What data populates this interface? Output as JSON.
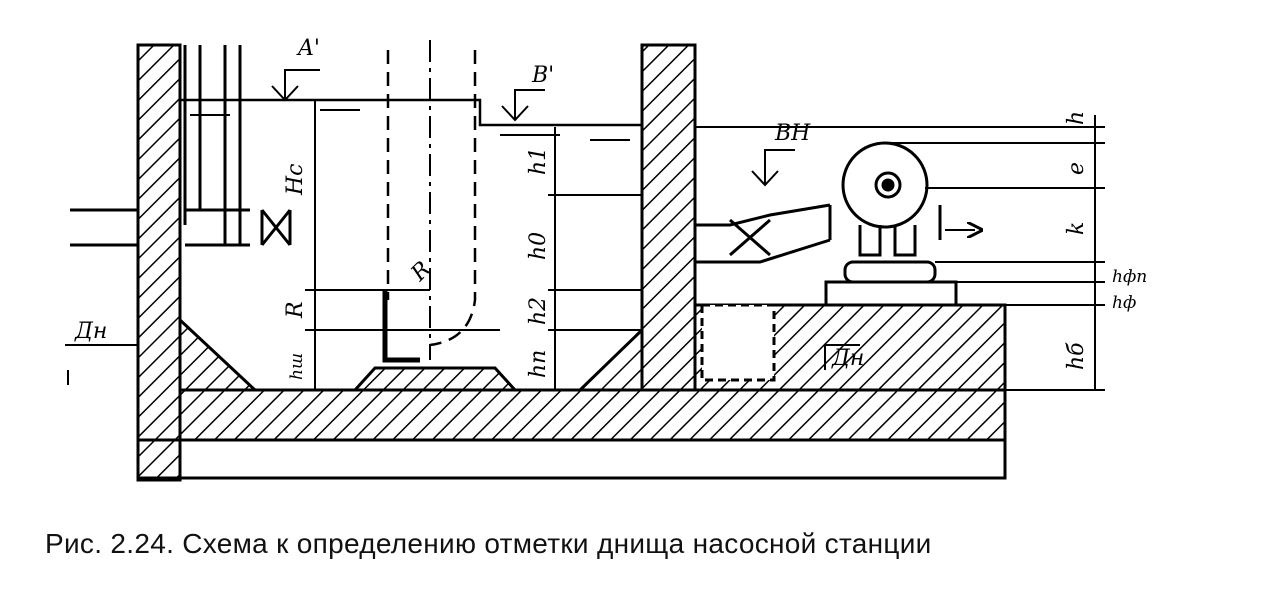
{
  "figure": {
    "caption": "Рис. 2.24. Схема к определению отметки днища насосной станции",
    "labels": {
      "section_a": "A'",
      "section_b": "B'",
      "pump_axis": "ВН",
      "outer_diameter_left": "Дн",
      "outer_diameter_right": "Дн",
      "hc": "Hc",
      "r_left": "R",
      "r_arc": "R",
      "hsh": "hш",
      "h1": "h1",
      "h0": "h0",
      "h2": "h2",
      "hn": "hn",
      "h": "h",
      "e": "e",
      "k": "k",
      "hfp": "hфп",
      "hf": "hф",
      "hb": "hб"
    }
  }
}
